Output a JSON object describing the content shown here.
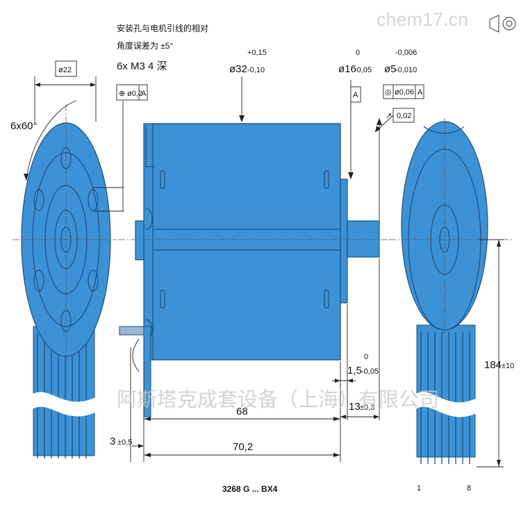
{
  "watermark": {
    "top_right": "chem17.cn",
    "company": "阿斯塔克成套设备（上海）有限公司"
  },
  "annotations": {
    "chinese_note_line1": "安装孔与电机引线的相对",
    "chinese_note_line2": "角度误差为 ±5°",
    "holes_label": "6x M3 4 深",
    "angle_label": "6x60°",
    "bolt_circle_dia": "ø22"
  },
  "dimensions": {
    "body_dia": "ø32",
    "body_dia_tol_upper": "+0,15",
    "body_dia_tol_lower": "-0,10",
    "pilot_dia": "ø16",
    "pilot_dia_tol_upper": "0",
    "pilot_dia_tol_lower": "-0,05",
    "shaft_dia": "ø5",
    "shaft_dia_tol_upper": "-0,006",
    "shaft_dia_tol_lower": "-0,010",
    "body_length": "68",
    "overall_length": "70,2",
    "rear_offset": "3",
    "rear_offset_tol": "±0,5",
    "shaft_length": "13",
    "shaft_length_tol": "±0,3",
    "pilot_length": "1,5",
    "pilot_length_tol_upper": "0",
    "pilot_length_tol_lower": "-0,05",
    "lead_length": "184",
    "lead_length_tol": "±10"
  },
  "tolerance_frames": {
    "position": {
      "symbol": "⊕",
      "value": "ø0,2",
      "datum": "A"
    },
    "pilot_datum": "A",
    "concentricity": {
      "symbol": "◎",
      "value": "ø0,06",
      "datum": "A"
    },
    "runout": {
      "symbol": "↗",
      "value": "0,02"
    }
  },
  "pins": {
    "first": "1",
    "last": "8"
  },
  "model_label": "3268 G ... BX4"
}
